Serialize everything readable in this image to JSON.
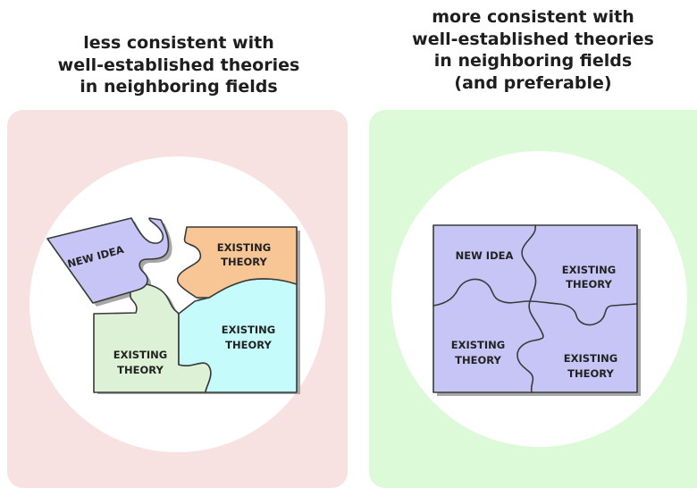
{
  "left_panel": {
    "heading_lines": [
      "less consistent with",
      "well-established theories",
      "in neighboring fields"
    ],
    "pieces": {
      "new_idea": "NEW IDEA",
      "top_right": [
        "EXISTING",
        "THEORY"
      ],
      "bottom_right": [
        "EXISTING",
        "THEORY"
      ],
      "bottom_left": [
        "EXISTING",
        "THEORY"
      ]
    }
  },
  "right_panel": {
    "heading_lines": [
      "more consistent with",
      "well-established theories",
      "in neighboring fields",
      "(and preferable)"
    ],
    "pieces": {
      "new_idea": "NEW IDEA",
      "top_right": [
        "EXISTING",
        "THEORY"
      ],
      "bottom_left": [
        "EXISTING",
        "THEORY"
      ],
      "bottom_right": [
        "EXISTING",
        "THEORY"
      ]
    }
  },
  "colors": {
    "left_panel_bg": "#f8e1e1",
    "right_panel_bg": "#dcfad7",
    "new_idea_fill": "#c7c5f6",
    "orange_fill": "#f8c695",
    "cyan_fill": "#c6fbfb",
    "green_fill": "#dcf1d6",
    "shadow": "#a7a7a7",
    "outline": "#3a3a3a"
  }
}
